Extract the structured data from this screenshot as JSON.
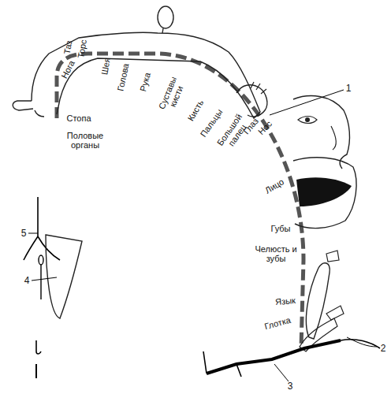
{
  "diagram": {
    "labels": [
      "Таз",
      "Торс",
      "Шея",
      "Голова",
      "Рука",
      "Суставы кисти",
      "Кисть",
      "Пальцы",
      "Большой палец",
      "Нога",
      "Стопа",
      "Половые органы",
      "1",
      "Глаз",
      "Нос",
      "Лицо",
      "Губы",
      "Челюсть и зубы",
      "Язык",
      "Глотка",
      "2",
      "3",
      "4",
      "5"
    ]
  }
}
